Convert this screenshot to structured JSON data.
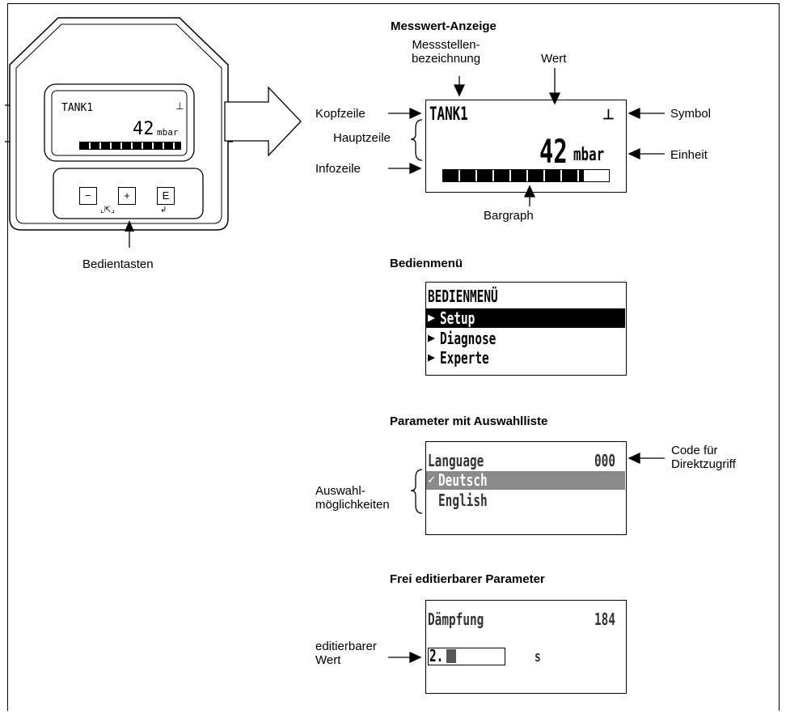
{
  "device": {
    "tag": "TANK1",
    "value": "42",
    "unit": "mbar",
    "keys": [
      "−",
      "+",
      "E"
    ],
    "keys_label": "Bedientasten"
  },
  "measured_display": {
    "title": "Messwert-Anzeige",
    "tag_label": "Messstellen-\nbezeichnung",
    "value_label": "Wert",
    "header_label": "Kopfzeile",
    "main_label": "Hauptzeile",
    "info_label": "Infozeile",
    "symbol_label": "Symbol",
    "unit_label": "Einheit",
    "bargraph_label": "Bargraph",
    "screen": {
      "tag": "TANK1",
      "value": "42",
      "unit": "mbar",
      "bar_fill": 0.85
    }
  },
  "operating_menu": {
    "title": "Bedienmenü",
    "screen": {
      "heading": "BEDIENMENÜ",
      "items": [
        {
          "label": "Setup",
          "selected": true
        },
        {
          "label": "Diagnose",
          "selected": false
        },
        {
          "label": "Experte",
          "selected": false
        }
      ]
    }
  },
  "picklist": {
    "title": "Parameter mit Auswahlliste",
    "code_label": "Code für\nDirektzugriff",
    "options_label": "Auswahl-\nmöglichkeiten",
    "screen": {
      "parameter": "Language",
      "code": "000",
      "options": [
        {
          "label": "Deutsch",
          "checked": true
        },
        {
          "label": "English",
          "checked": false
        }
      ]
    }
  },
  "editable": {
    "title": "Frei editierbarer Parameter",
    "value_label": "editierbarer\nWert",
    "screen": {
      "parameter": "Dämpfung",
      "code": "184",
      "value": "2.",
      "unit": "s"
    }
  }
}
